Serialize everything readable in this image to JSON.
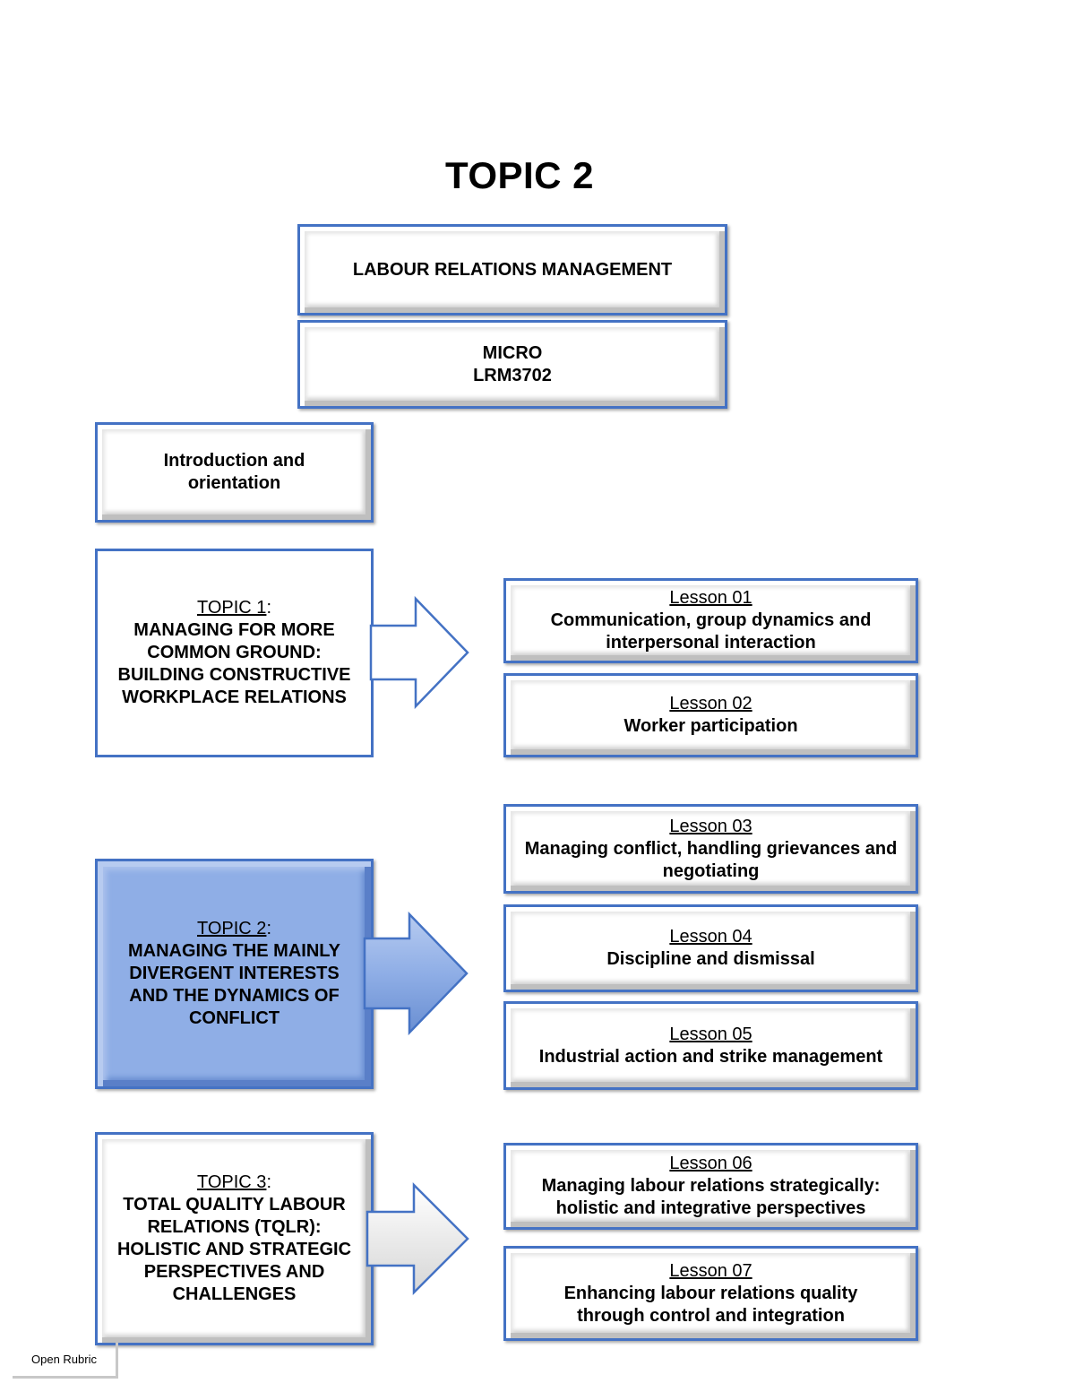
{
  "title": "TOPIC 2",
  "module": {
    "name": "LABOUR RELATIONS MANAGEMENT",
    "level": "MICRO",
    "code": "LRM3702"
  },
  "intro": "Introduction and orientation",
  "topics": [
    {
      "label": "TOPIC 1",
      "heading": "MANAGING FOR MORE COMMON GROUND: BUILDING CONSTRUCTIVE WORKPLACE RELATIONS"
    },
    {
      "label": "TOPIC 2",
      "heading": "MANAGING THE MAINLY DIVERGENT INTERESTS AND THE DYNAMICS OF CONFLICT"
    },
    {
      "label": "TOPIC 3",
      "heading": "TOTAL QUALITY LABOUR RELATIONS (TQLR): HOLISTIC AND STRATEGIC PERSPECTIVES AND CHALLENGES"
    }
  ],
  "lessons": [
    {
      "label": "Lesson 01",
      "title": "Communication, group dynamics and interpersonal interaction"
    },
    {
      "label": "Lesson 02",
      "title": "Worker participation"
    },
    {
      "label": "Lesson 03",
      "title": "Managing conflict, handling grievances and negotiating"
    },
    {
      "label": "Lesson 04",
      "title": "Discipline and dismissal"
    },
    {
      "label": "Lesson 05",
      "title": "Industrial action and strike management"
    },
    {
      "label": "Lesson 06",
      "title": "Managing labour relations strategically: holistic and integrative perspectives"
    },
    {
      "label": "Lesson 07",
      "title": "Enhancing labour relations quality through control and integration"
    }
  ],
  "footer": {
    "rubric_button": "Open Rubric"
  },
  "colors": {
    "border": "#4472c4",
    "highlight_fill": "#8faee6"
  }
}
